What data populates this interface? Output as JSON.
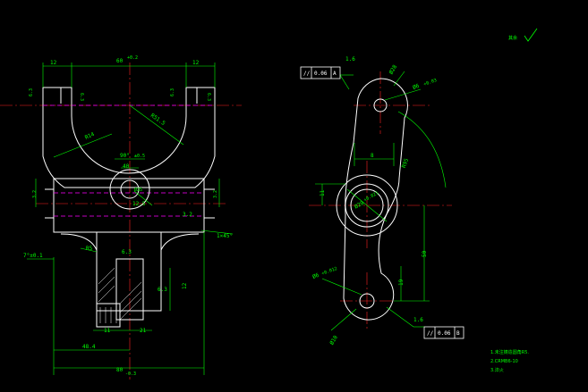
{
  "colors": {
    "background": "#000000",
    "object": "#ffffff",
    "dimension": "#00ff00",
    "center": "#ff2020",
    "hidden": "#ff00ff"
  },
  "left_view": {
    "top_width_12_left": "12",
    "top_width_12_right": "12",
    "top_span": "60",
    "top_span_tol": "+0.2",
    "slot_depth_left": "6.3",
    "slot_depth_right": "6.3",
    "slot_rough_left": "6.3",
    "slot_rough_right": "6.3",
    "radius_r14": "R14",
    "radius_r51": "R51.5",
    "angle": "90°",
    "angle_tol": "±0.5",
    "width_40": "40",
    "bore_dia": "Ø25",
    "bore_rough_left": "3.2",
    "bore_rough_right": "3.2",
    "dia_12_5": "12.5",
    "side_rough": "3.2",
    "radius_r5": "R5",
    "chamfer": "1×45°",
    "angle_7": "7°±0.1",
    "lug_rough": "6.3",
    "lug_width": "6.3",
    "lug_height": "12",
    "bot_11": "11",
    "bot_21": "21",
    "overall_48": "48.4",
    "overall_80": "80",
    "overall_80_tol": "-0.3"
  },
  "right_view": {
    "parallel_sym_a": "//",
    "parallel_tol_a": "0.06",
    "datum_a": "A",
    "rough_a": "1.6",
    "dia_top": "Ø28",
    "dia_top_hole": "Ø6",
    "dia_top_hole_tol": "+0.03",
    "dim_8": "8",
    "radius_95": "R95",
    "dim_11": "11",
    "dia_center": "Ø20",
    "dia_center_tol": "+0.021",
    "dim_50": "50",
    "dim_19": "19",
    "dia_bottom_hole": "Ø6",
    "dia_bottom_hole_tol": "+0.012",
    "dia_bottom": "Ø10",
    "rough_b": "1.6",
    "parallel_sym_b": "//",
    "parallel_tol_b": "0.06",
    "datum_b": "B"
  },
  "general_roughness": "其余",
  "notes": [
    "1.未注铸造圆角R5.",
    "2.CRMB6-10",
    "3.淬火"
  ]
}
